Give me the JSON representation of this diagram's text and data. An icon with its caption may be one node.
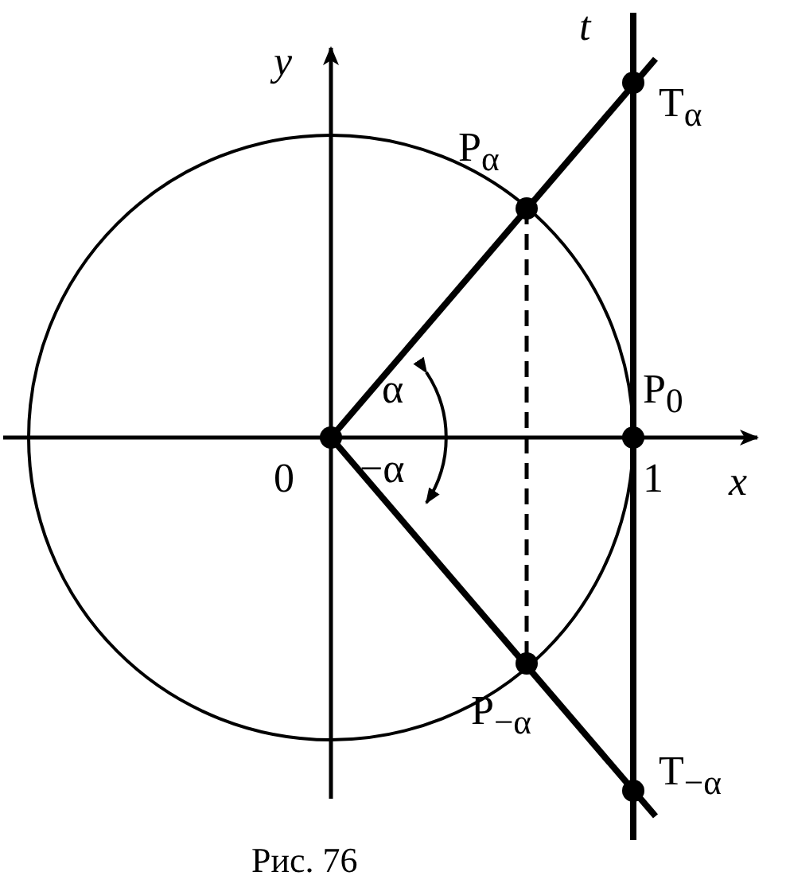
{
  "diagram": {
    "caption": "Рис. 76",
    "labels": [
      "y",
      "t",
      "P$_{α}$",
      "T$_{α}$",
      "P$_{0}$",
      "α",
      "−α",
      "0",
      "1",
      "x",
      "P$_{−α}$",
      "T$_{−α}$"
    ]
  }
}
